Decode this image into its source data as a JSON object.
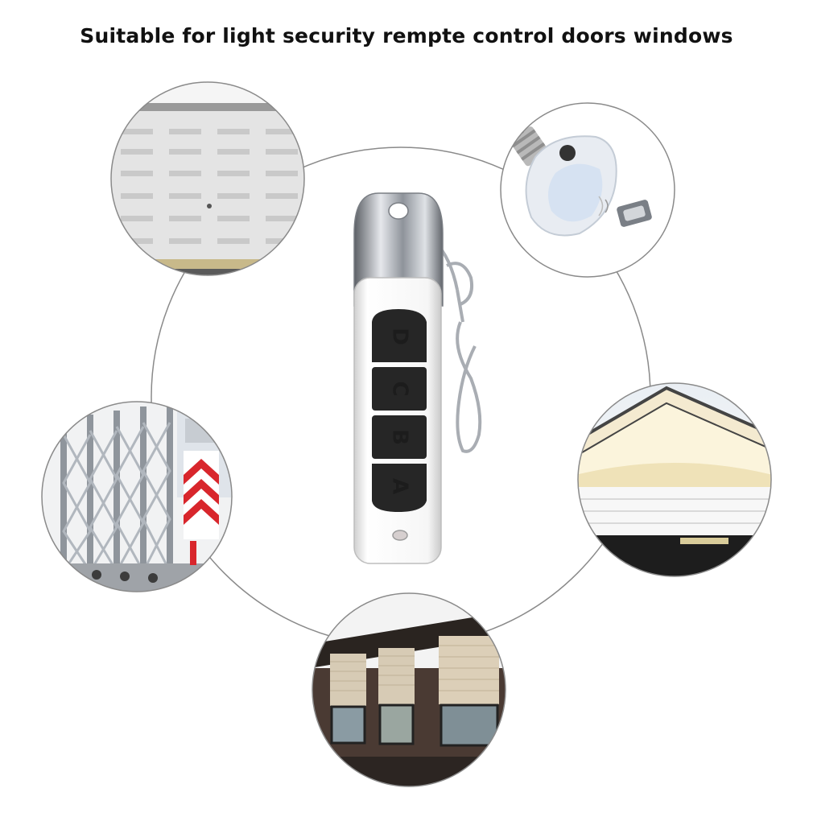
{
  "headline": "Suitable for light security rempte control doors windows",
  "remote": {
    "buttons": [
      "D",
      "C",
      "B",
      "A"
    ]
  },
  "scenes": [
    {
      "icon": "garage-door-icon"
    },
    {
      "icon": "led-bulb-icon"
    },
    {
      "icon": "retractable-gate-icon"
    },
    {
      "icon": "garage-house-icon"
    },
    {
      "icon": "rolling-shutter-window-icon"
    }
  ],
  "colors": {
    "background": "#ffffff",
    "text": "#111111",
    "ring": "#8a8a8a",
    "remote_body": "#f4f4f4",
    "button": "#262626",
    "chrome": "#b8bcc2"
  }
}
